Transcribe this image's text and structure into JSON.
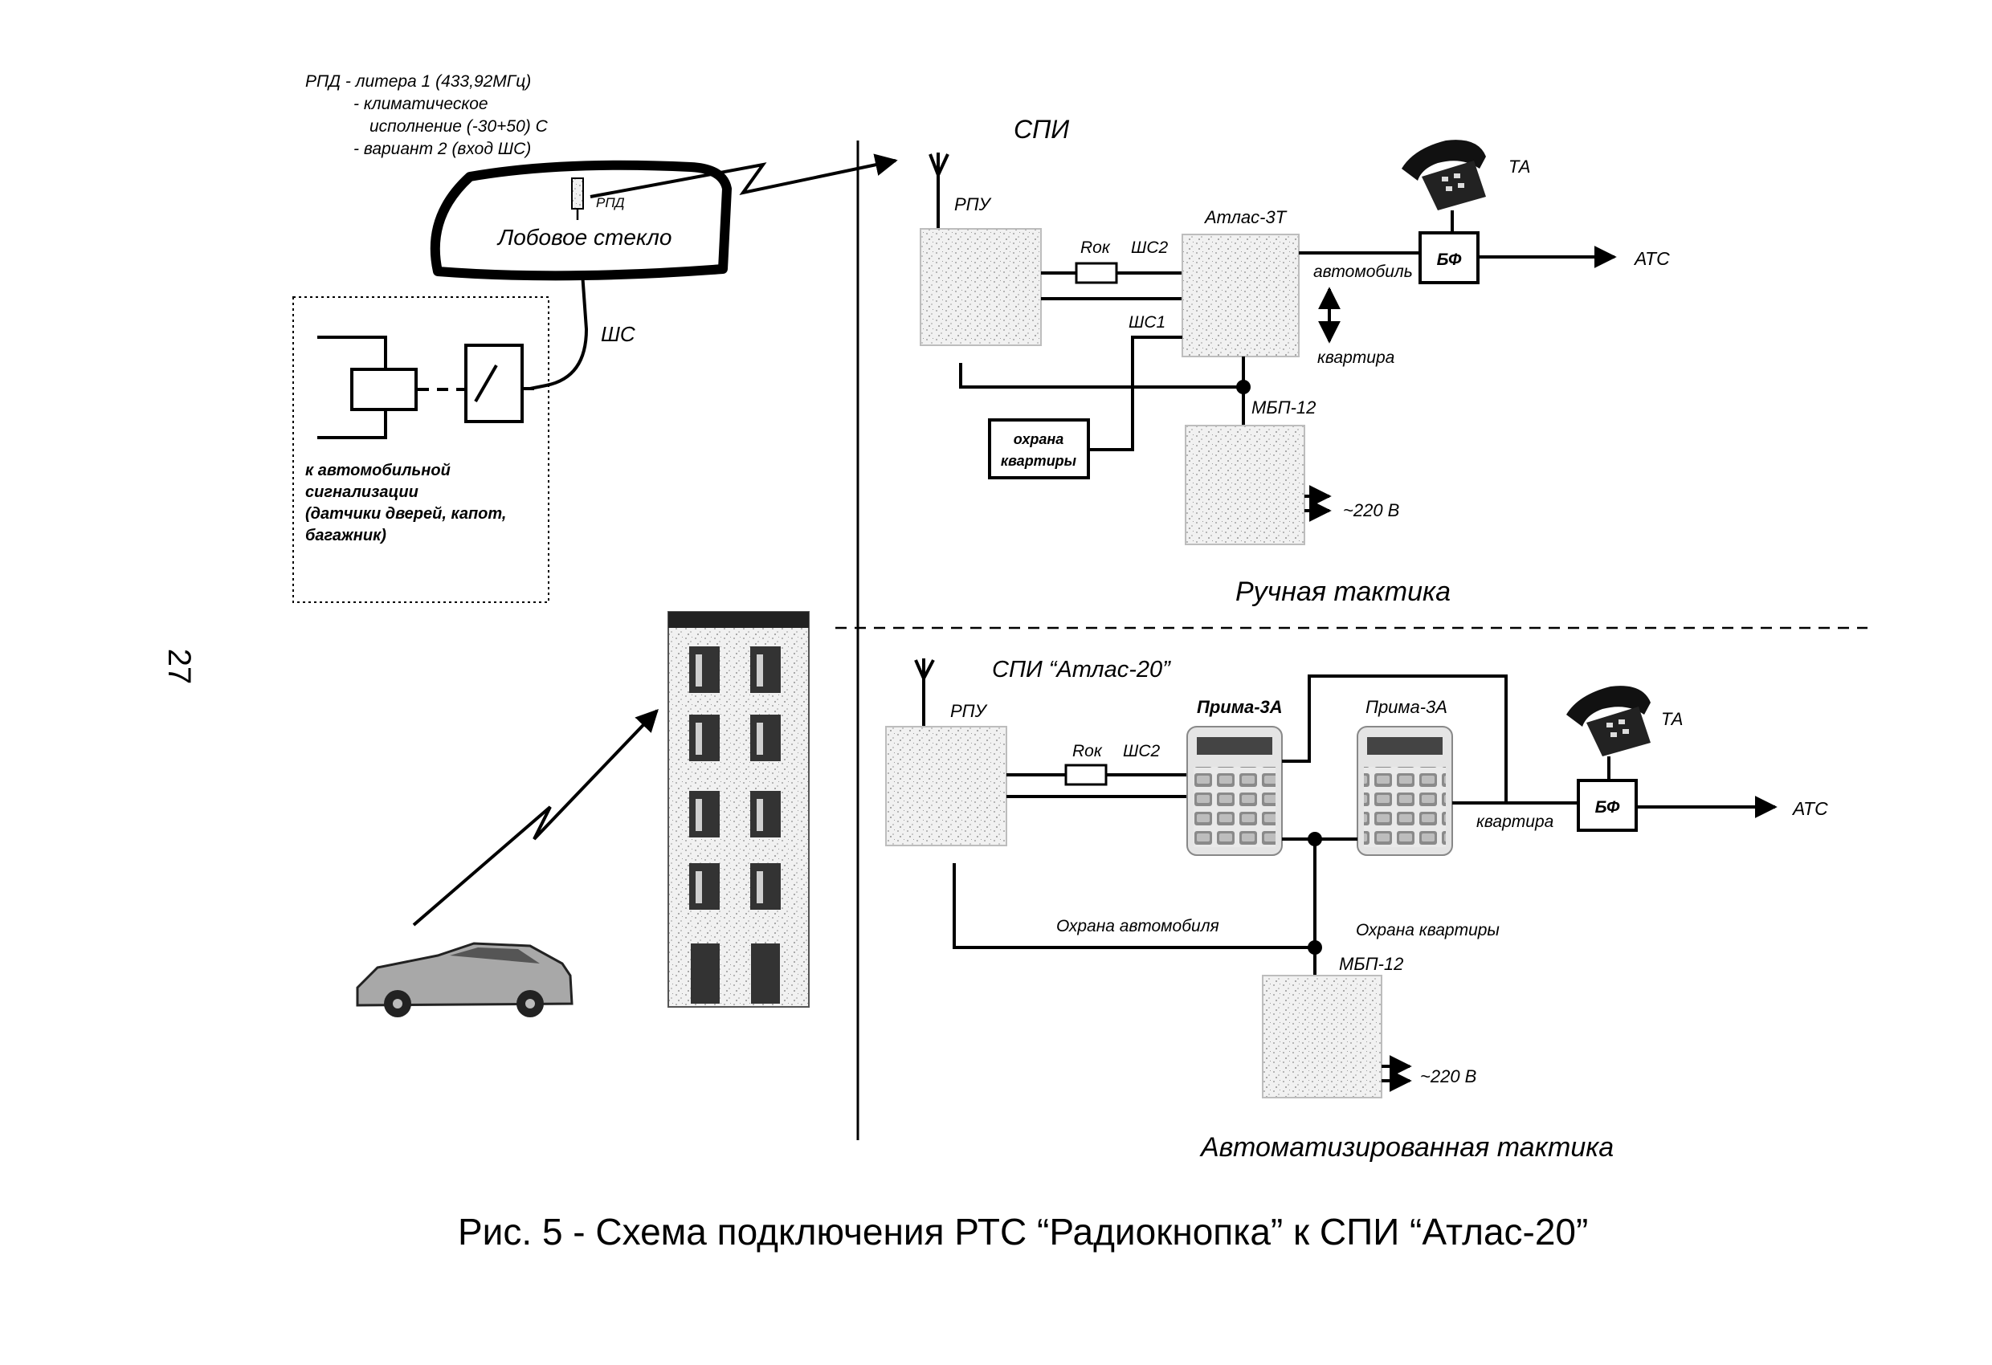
{
  "page_number": "27",
  "left": {
    "rpd_spec": [
      "РПД - литера 1 (433,92МГц)",
      "- климатическое",
      "исполнение (-30+50)  С",
      "- вариант 2 (вход ШС)"
    ],
    "rpd_label": "РПД",
    "windshield_label": "Лобовое стекло",
    "shs_label": "ШС",
    "alarm_note": [
      "к автомобильной",
      "сигнализации",
      "(датчики дверей, капот,",
      "багажник)"
    ]
  },
  "manual": {
    "title": "СПИ",
    "rpu": "РПУ",
    "rok": "Rок",
    "shs2": "ШС2",
    "shs1": "ШС1",
    "atlas": "Атлас-3Т",
    "ta": "ТА",
    "bf": "БФ",
    "ats": "АТС",
    "car": "автомобиль",
    "flat": "квартира",
    "mbp": "МБП-12",
    "guard_flat": [
      "охрана",
      "квартиры"
    ],
    "power": "~220 В",
    "tactic": "Ручная тактика"
  },
  "auto": {
    "title": "СПИ “Атлас-20”",
    "rpu": "РПУ",
    "rok": "Rок",
    "shs2": "ШС2",
    "prima1": "Прима-3А",
    "prima2": "Прима-3А",
    "ta": "ТА",
    "bf": "БФ",
    "ats": "АТС",
    "flat": "квартира",
    "guard_car": "Охрана автомобиля",
    "guard_flat": "Охрана квартиры",
    "mbp": "МБП-12",
    "power": "~220 В",
    "tactic": "Автоматизированная  тактика"
  },
  "caption": "Рис. 5 - Схема подключения РТС “Радиокнопка” к СПИ “Атлас-20”"
}
